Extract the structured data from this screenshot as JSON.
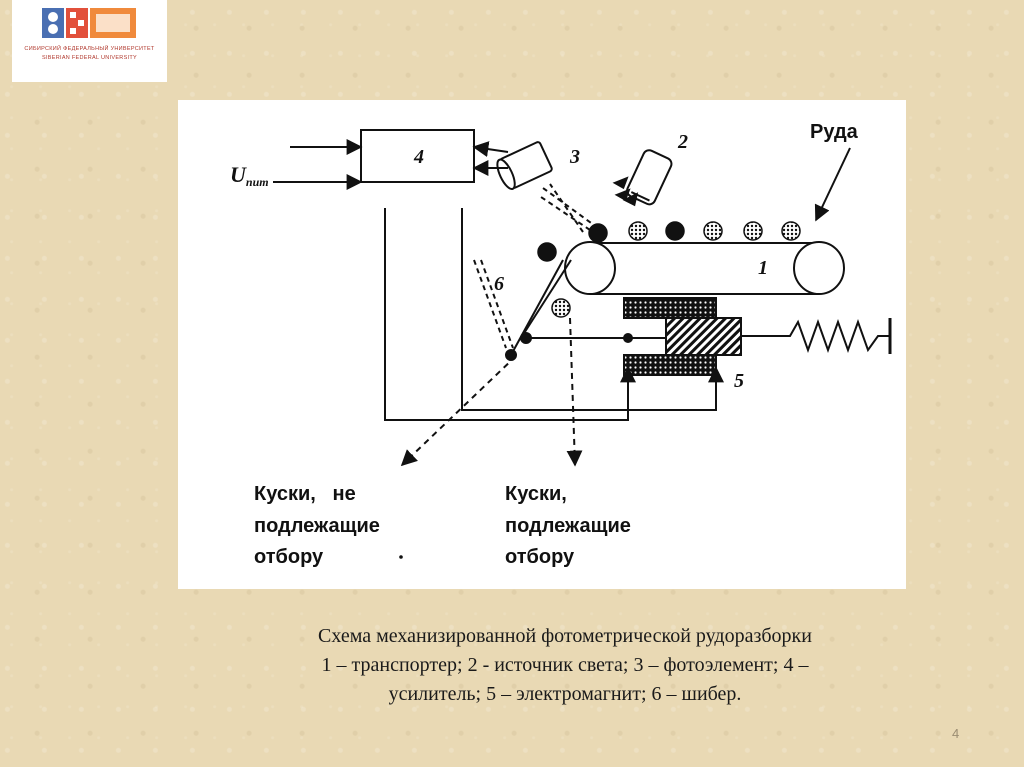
{
  "logo": {
    "line1": "СИБИРСКИЙ ФЕДЕРАЛЬНЫЙ УНИВЕРСИТЕТ",
    "line2": "SIBERIAN FEDERAL UNIVERSITY",
    "colors": {
      "red": "#e2503b",
      "blue": "#4a6fb2",
      "orange": "#f08a3c"
    }
  },
  "diagram": {
    "nums": {
      "n1": "1",
      "n2": "2",
      "n3": "3",
      "n4": "4",
      "n5": "5",
      "n6": "6"
    },
    "upit_main": "U",
    "upit_sub": "пит",
    "ore_label": "Руда",
    "reject_line1": "Куски,   не",
    "reject_line2": "подлежащие",
    "reject_line3": "отбору",
    "select_line1": "Куски,",
    "select_line2": "подлежащие",
    "select_line3": "отбору"
  },
  "caption": {
    "line1": "Схема механизированной фотометрической рудоразборки",
    "line2": "1 – транспортер; 2 - источник света; 3 – фотоэлемент; 4 –",
    "line3": "усилитель; 5 – электромагнит; 6 – шибер."
  },
  "page_number": "4"
}
